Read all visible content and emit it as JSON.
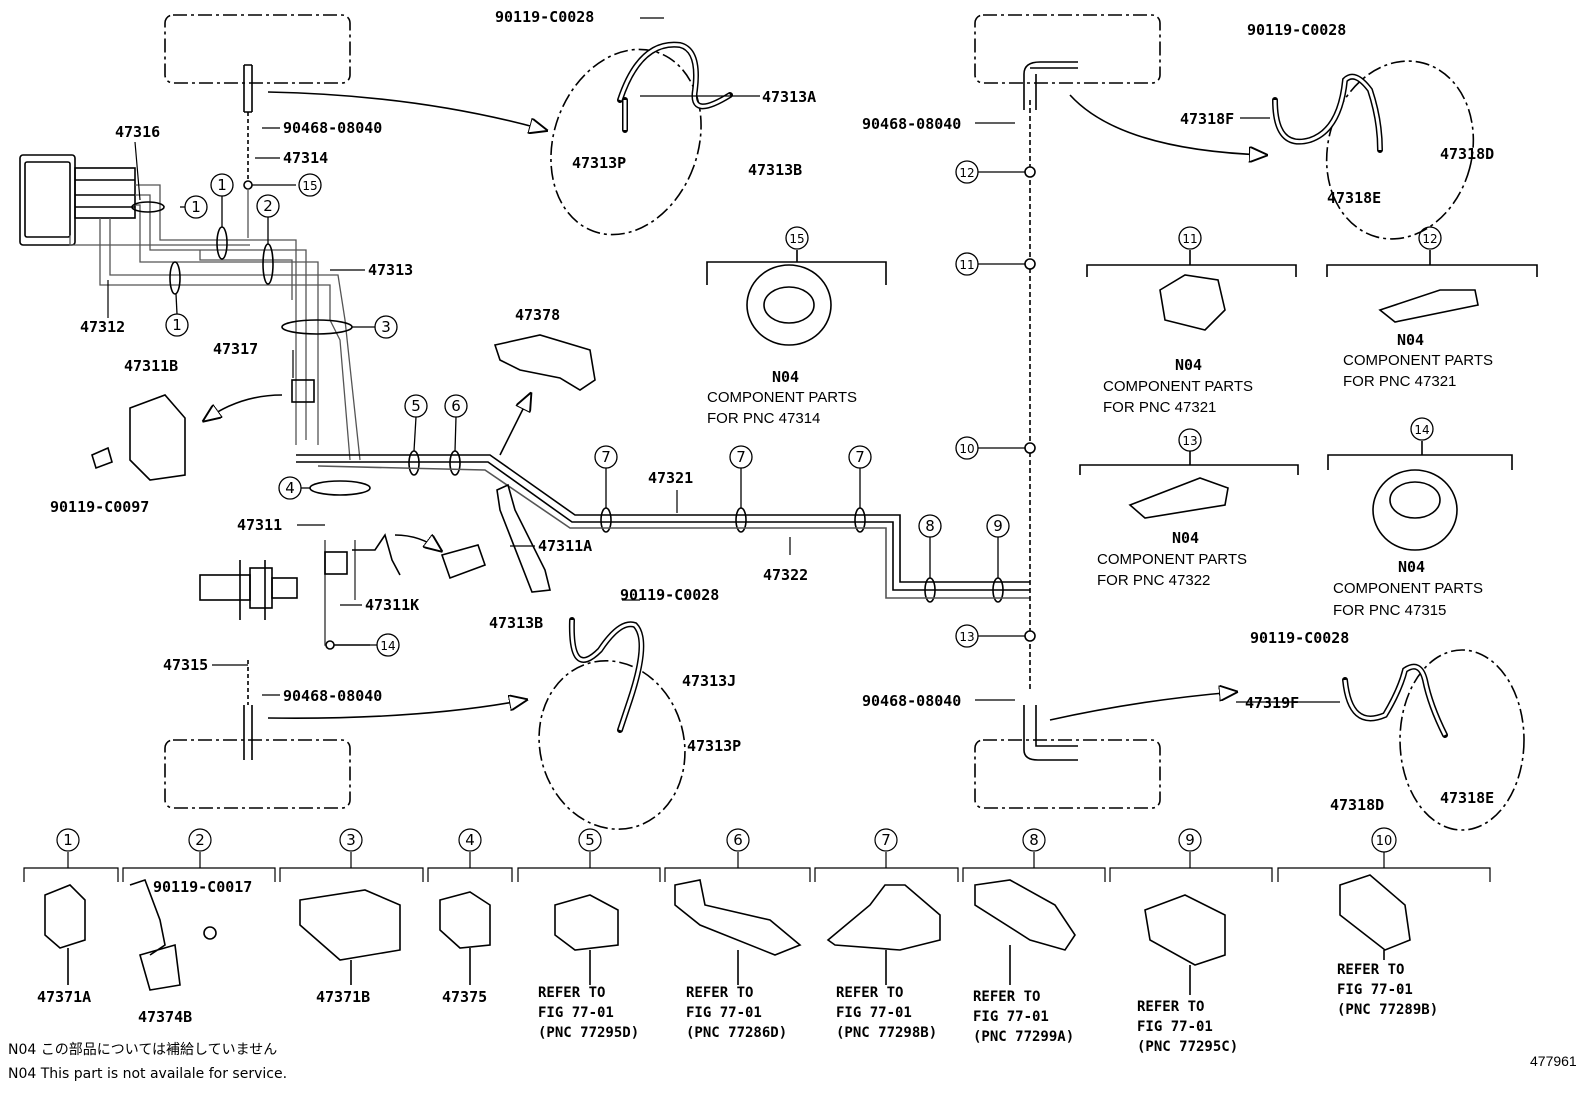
{
  "diagram": {
    "figure_id": "477961",
    "notes": [
      "N04 この部品については補給していません",
      "N04 This part is not availale for service."
    ],
    "part_numbers": {
      "p47316": "47316",
      "p47312": "47312",
      "p47313": "47313",
      "p47314": "47314",
      "p47317": "47317",
      "p47311B": "47311B",
      "p90119_C0097": "90119-C0097",
      "p47311": "47311",
      "p47311K": "47311K",
      "p47311A": "47311A",
      "p47315": "47315",
      "p47378": "47378",
      "p47321": "47321",
      "p47322": "47322",
      "p90468_08040_a": "90468-08040",
      "p90468_08040_b": "90468-08040",
      "p90468_08040_c": "90468-08040",
      "p90468_08040_d": "90468-08040",
      "p90119_C0028_a": "90119-C0028",
      "p47313A": "47313A",
      "p47313P_a": "47313P",
      "p47313B_a": "47313B",
      "p90119_C0028_b": "90119-C0028",
      "p47313B_b": "47313B",
      "p47313J": "47313J",
      "p47313P_b": "47313P",
      "p90119_C0028_c": "90119-C0028",
      "p47318F": "47318F",
      "p47318D_a": "47318D",
      "p47318E_a": "47318E",
      "p90119_C0028_d": "90119-C0028",
      "p47319F": "47319F",
      "p47318D_b": "47318D",
      "p47318E_b": "47318E"
    },
    "component_parts": {
      "c15": {
        "code": "N04",
        "line1": "COMPONENT PARTS",
        "line2": "FOR PNC 47314"
      },
      "c11": {
        "code": "N04",
        "line1": "COMPONENT PARTS",
        "line2": "FOR PNC 47321"
      },
      "c12": {
        "code": "N04",
        "line1": "COMPONENT PARTS",
        "line2": "FOR PNC 47321"
      },
      "c13": {
        "code": "N04",
        "line1": "COMPONENT PARTS",
        "line2": "FOR PNC 47322"
      },
      "c14": {
        "code": "N04",
        "line1": "COMPONENT PARTS",
        "line2": "FOR PNC 47315"
      }
    },
    "bottom_row": [
      {
        "num": "1",
        "label": "47371A"
      },
      {
        "num": "2",
        "label": "47374B",
        "sub": "90119-C0017"
      },
      {
        "num": "3",
        "label": "47371B"
      },
      {
        "num": "4",
        "label": "47375"
      },
      {
        "num": "5",
        "ref1": "REFER TO",
        "ref2": "FIG 77-01",
        "ref3": "(PNC 77295D)"
      },
      {
        "num": "6",
        "ref1": "REFER TO",
        "ref2": "FIG 77-01",
        "ref3": "(PNC 77286D)"
      },
      {
        "num": "7",
        "ref1": "REFER TO",
        "ref2": "FIG 77-01",
        "ref3": "(PNC 77298B)"
      },
      {
        "num": "8",
        "ref1": "REFER TO",
        "ref2": "FIG 77-01",
        "ref3": "(PNC 77299A)"
      },
      {
        "num": "9",
        "ref1": "REFER TO",
        "ref2": "FIG 77-01",
        "ref3": "(PNC 77295C)"
      },
      {
        "num": "10",
        "ref1": "REFER TO",
        "ref2": "FIG 77-01",
        "ref3": "(PNC 77289B)"
      }
    ],
    "callouts": {
      "n1": "1",
      "n2": "2",
      "n3": "3",
      "n4": "4",
      "n5": "5",
      "n6": "6",
      "n7": "7",
      "n8": "8",
      "n9": "9",
      "n10": "10",
      "n11": "11",
      "n12": "12",
      "n13": "13",
      "n14": "14",
      "n15": "15"
    }
  }
}
